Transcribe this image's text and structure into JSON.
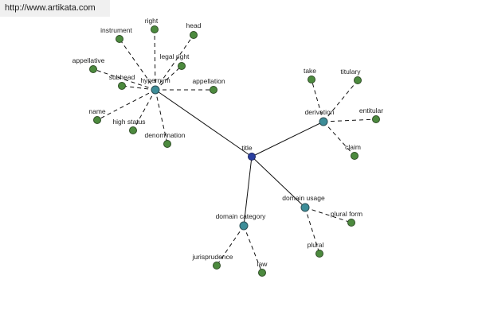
{
  "watermark": {
    "url": "http://www.artikata.com"
  },
  "graph": {
    "colors": {
      "root": "#2a3fa0",
      "hub": "#3d8d98",
      "leaf": "#4c8a3e",
      "edge": "#111111"
    },
    "nodes": [
      {
        "id": "title",
        "label": "title",
        "kind": "root"
      },
      {
        "id": "hypernym",
        "label": "hypernym",
        "kind": "hub"
      },
      {
        "id": "derivation",
        "label": "derivation",
        "kind": "hub"
      },
      {
        "id": "domain_category",
        "label": "domain category",
        "kind": "hub"
      },
      {
        "id": "domain_usage",
        "label": "domain usage",
        "kind": "hub"
      },
      {
        "id": "instrument",
        "label": "instrument",
        "kind": "leaf"
      },
      {
        "id": "right",
        "label": "right",
        "kind": "leaf"
      },
      {
        "id": "head",
        "label": "head",
        "kind": "leaf"
      },
      {
        "id": "legal_right",
        "label": "legal right",
        "kind": "leaf"
      },
      {
        "id": "appellative",
        "label": "appellative",
        "kind": "leaf"
      },
      {
        "id": "subhead",
        "label": "subhead",
        "kind": "leaf"
      },
      {
        "id": "appellation",
        "label": "appellation",
        "kind": "leaf"
      },
      {
        "id": "name",
        "label": "name",
        "kind": "leaf"
      },
      {
        "id": "high_status",
        "label": "high status",
        "kind": "leaf"
      },
      {
        "id": "denomination",
        "label": "denomination",
        "kind": "leaf"
      },
      {
        "id": "take",
        "label": "take",
        "kind": "leaf"
      },
      {
        "id": "titulary",
        "label": "titulary",
        "kind": "leaf"
      },
      {
        "id": "entitular",
        "label": "entitular",
        "kind": "leaf"
      },
      {
        "id": "claim",
        "label": "claim",
        "kind": "leaf"
      },
      {
        "id": "plural_form",
        "label": "plural form",
        "kind": "leaf"
      },
      {
        "id": "plural",
        "label": "plural",
        "kind": "leaf"
      },
      {
        "id": "jurisprudence",
        "label": "jurisprudence",
        "kind": "leaf"
      },
      {
        "id": "law",
        "label": "law",
        "kind": "leaf"
      }
    ],
    "edges": [
      {
        "from": "title",
        "to": "hypernym",
        "style": "solid"
      },
      {
        "from": "title",
        "to": "derivation",
        "style": "solid"
      },
      {
        "from": "title",
        "to": "domain_category",
        "style": "solid"
      },
      {
        "from": "title",
        "to": "domain_usage",
        "style": "solid"
      },
      {
        "from": "hypernym",
        "to": "instrument",
        "style": "dashed"
      },
      {
        "from": "hypernym",
        "to": "right",
        "style": "dashed"
      },
      {
        "from": "hypernym",
        "to": "head",
        "style": "dashed"
      },
      {
        "from": "hypernym",
        "to": "legal_right",
        "style": "dashed"
      },
      {
        "from": "hypernym",
        "to": "appellative",
        "style": "dashed"
      },
      {
        "from": "hypernym",
        "to": "subhead",
        "style": "dashed"
      },
      {
        "from": "hypernym",
        "to": "appellation",
        "style": "dashed"
      },
      {
        "from": "hypernym",
        "to": "name",
        "style": "dashed"
      },
      {
        "from": "hypernym",
        "to": "high_status",
        "style": "dashed"
      },
      {
        "from": "hypernym",
        "to": "denomination",
        "style": "dashed"
      },
      {
        "from": "derivation",
        "to": "take",
        "style": "dashed"
      },
      {
        "from": "derivation",
        "to": "titulary",
        "style": "dashed"
      },
      {
        "from": "derivation",
        "to": "entitular",
        "style": "dashed"
      },
      {
        "from": "derivation",
        "to": "claim",
        "style": "dashed"
      },
      {
        "from": "domain_usage",
        "to": "plural_form",
        "style": "dashed"
      },
      {
        "from": "domain_usage",
        "to": "plural",
        "style": "dashed"
      },
      {
        "from": "domain_category",
        "to": "jurisprudence",
        "style": "dashed"
      },
      {
        "from": "domain_category",
        "to": "law",
        "style": "dashed"
      }
    ]
  }
}
